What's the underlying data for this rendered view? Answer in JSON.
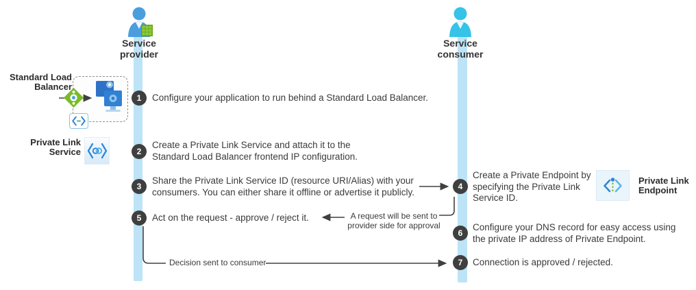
{
  "actors": {
    "provider": {
      "label": "Service\nprovider"
    },
    "consumer": {
      "label": "Service\nconsumer"
    }
  },
  "resources": {
    "load_balancer": {
      "label": "Standard Load\nBalancer"
    },
    "link_service": {
      "label": "Private Link\nService"
    },
    "link_endpoint": {
      "label": "Private Link\nEndpoint"
    }
  },
  "steps": [
    {
      "number": "1",
      "lane": "provider",
      "text": "Configure your application to run behind a Standard Load Balancer."
    },
    {
      "number": "2",
      "lane": "provider",
      "text": "Create a Private Link Service and attach it to the\nStandard Load Balancer frontend IP configuration."
    },
    {
      "number": "3",
      "lane": "provider",
      "text": "Share the Private Link Service ID (resource URI/Alias) with your\nconsumers. You can either share it offline or advertise it publicly."
    },
    {
      "number": "4",
      "lane": "consumer",
      "text": "Create a Private Endpoint by\nspecifying the Private Link\nService ID."
    },
    {
      "number": "5",
      "lane": "provider",
      "text": "Act on the request - approve / reject it."
    },
    {
      "number": "6",
      "lane": "consumer",
      "text": "Configure your DNS record for easy access using\nthe private IP address of Private Endpoint."
    },
    {
      "number": "7",
      "lane": "consumer",
      "text": "Connection is approved / rejected."
    }
  ],
  "annotations": {
    "request_note": "A request will be sent to\nprovider side for approval",
    "decision_note": "Decision sent to consumer"
  },
  "colors": {
    "timeline": "#bde3f6",
    "step_circle": "#3f3f3f",
    "text": "#3a3a3a",
    "arrow": "#404040",
    "provider_person": "#4a9ede",
    "consumer_person": "#35c3e8",
    "load_balancer_green": "#78bc27",
    "vm_blue": "#2e72c8",
    "link_blue": "#2b88d8"
  }
}
